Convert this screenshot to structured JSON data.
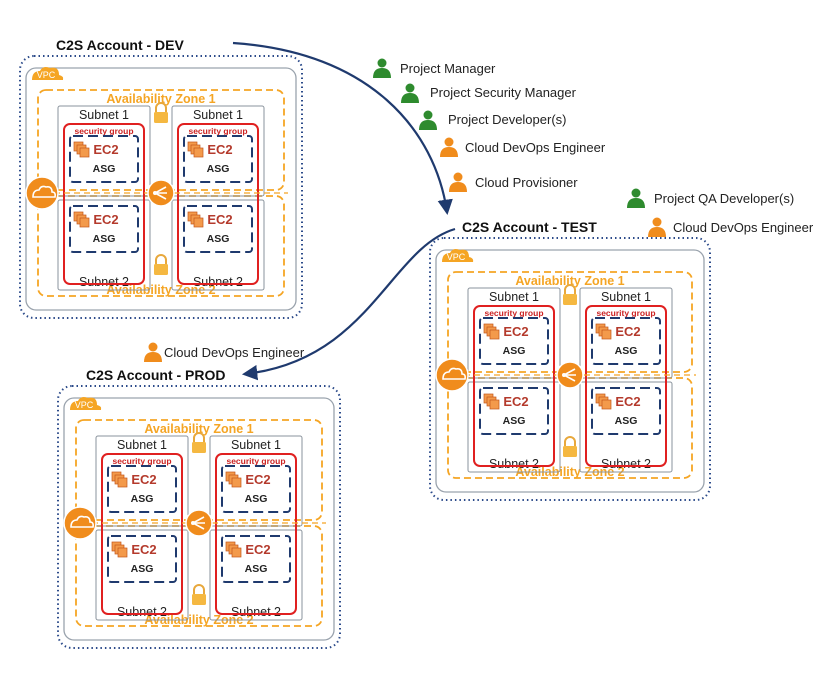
{
  "accounts": {
    "dev": {
      "title": "C2S Account - DEV",
      "vpc": "VPC",
      "az1": "Availability Zone 1",
      "az2": "Availability Zone 2",
      "subnet1": "Subnet 1",
      "subnet2": "Subnet 2",
      "security_group": "security group",
      "ec2": "EC2",
      "asg": "ASG"
    },
    "test": {
      "title": "C2S Account - TEST",
      "vpc": "VPC",
      "az1": "Availability Zone 1",
      "az2": "Availability Zone 2",
      "subnet1": "Subnet 1",
      "subnet2": "Subnet 2",
      "security_group": "security group",
      "ec2": "EC2",
      "asg": "ASG"
    },
    "prod": {
      "title": "C2S Account - PROD",
      "vpc": "VPC",
      "az1": "Availability Zone 1",
      "az2": "Availability Zone 2",
      "subnet1": "Subnet 1",
      "subnet2": "Subnet 2",
      "security_group": "security group",
      "ec2": "EC2",
      "asg": "ASG"
    }
  },
  "roles": {
    "project_manager": "Project Manager",
    "project_security_manager": "Project Security Manager",
    "project_developers": "Project Developer(s)",
    "cloud_devops_engineer_dev": "Cloud DevOps Engineer",
    "cloud_provisioner": "Cloud Provisioner",
    "project_qa_developers": "Project QA Developer(s)",
    "cloud_devops_engineer_test": "Cloud DevOps Engineer",
    "cloud_devops_engineer_prod": "Cloud DevOps Engineer"
  },
  "colors": {
    "role_green": "#2e8b2e",
    "role_orange": "#f08c1c",
    "availability_zone": "#f5a524",
    "vpc_border": "#2b4a8a",
    "security_group": "#e02020",
    "asg": "#1f3a6e",
    "ec2_icon": "#e8762c"
  }
}
